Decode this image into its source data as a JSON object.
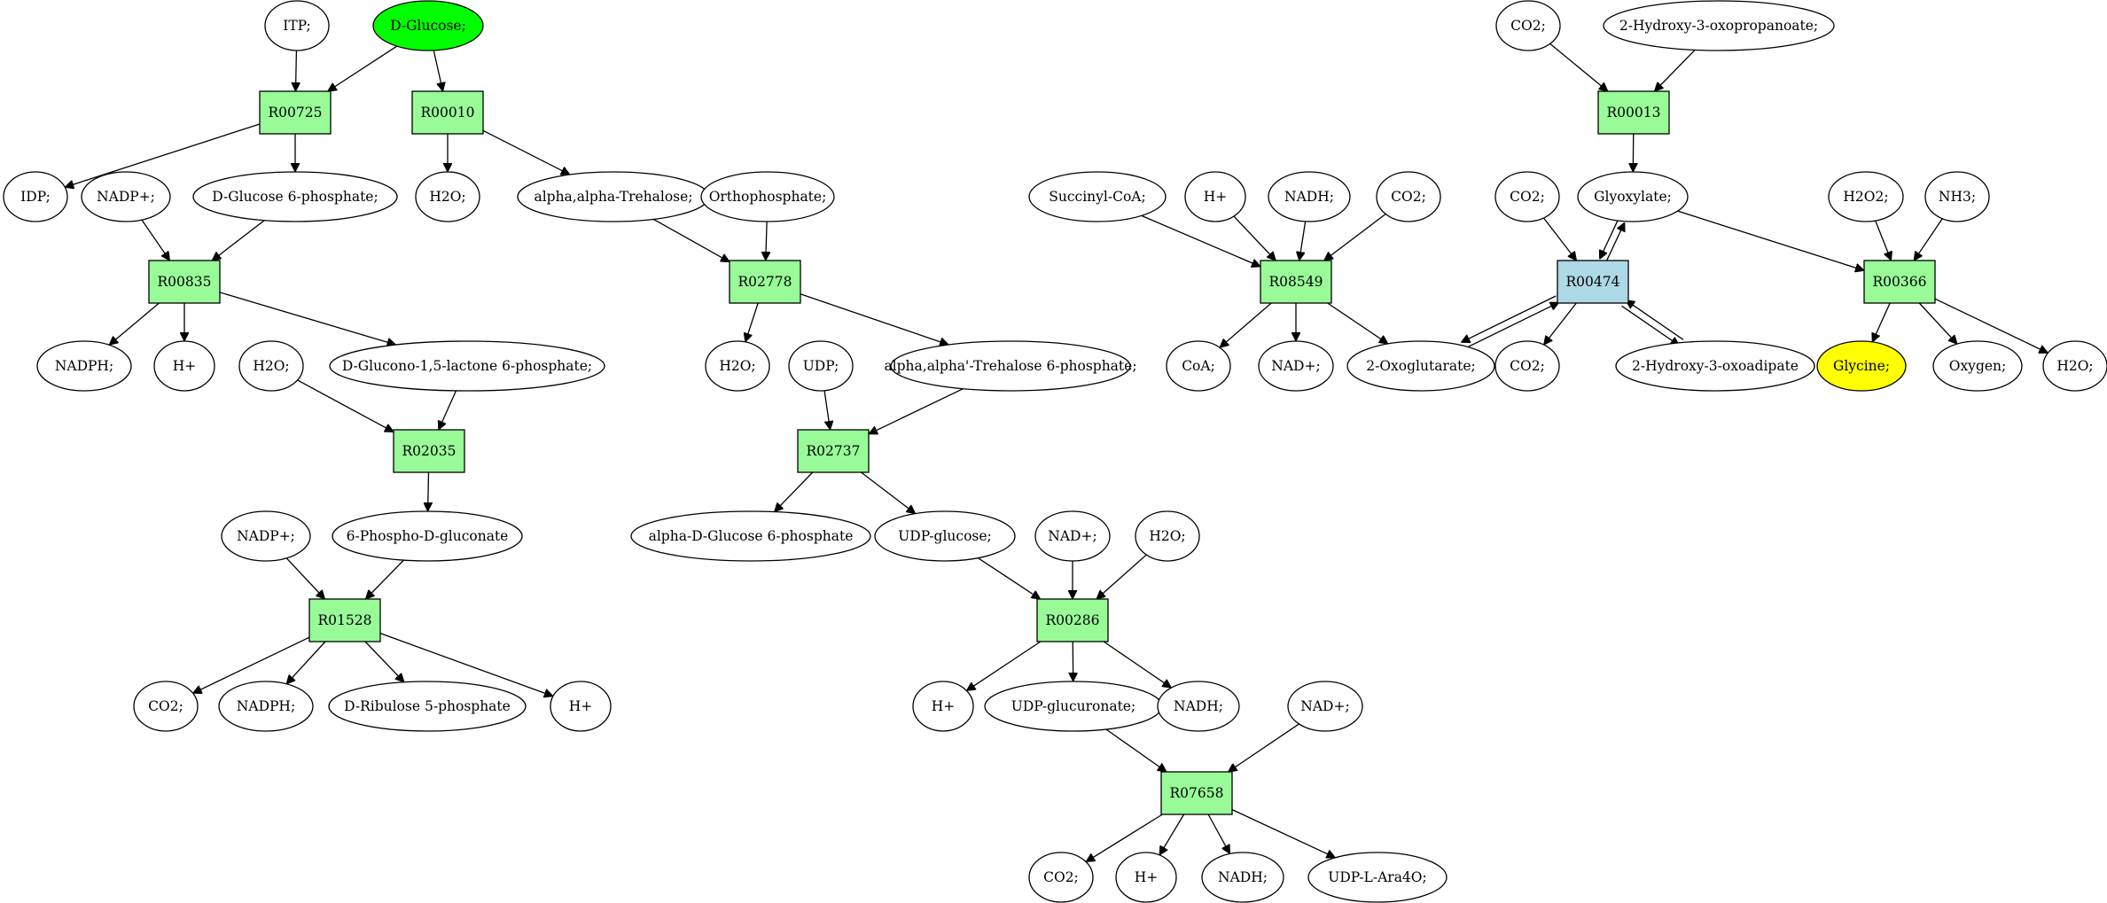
{
  "colors": {
    "reaction": "#98FB98",
    "reaction_highlight": "#ADD8E6",
    "start_compound": "#00FF00",
    "target_compound": "#FFFF00",
    "compound": "#FFFFFF"
  },
  "reactions": [
    {
      "id": "r00725",
      "label": "R00725",
      "color": "reaction"
    },
    {
      "id": "r00010",
      "label": "R00010",
      "color": "reaction"
    },
    {
      "id": "r00835",
      "label": "R00835",
      "color": "reaction"
    },
    {
      "id": "r02035",
      "label": "R02035",
      "color": "reaction"
    },
    {
      "id": "r01528",
      "label": "R01528",
      "color": "reaction"
    },
    {
      "id": "r02778",
      "label": "R02778",
      "color": "reaction"
    },
    {
      "id": "r02737",
      "label": "R02737",
      "color": "reaction"
    },
    {
      "id": "r00286",
      "label": "R00286",
      "color": "reaction"
    },
    {
      "id": "r07658",
      "label": "R07658",
      "color": "reaction"
    },
    {
      "id": "r00013",
      "label": "R00013",
      "color": "reaction"
    },
    {
      "id": "r08549",
      "label": "R08549",
      "color": "reaction"
    },
    {
      "id": "r00474",
      "label": "R00474",
      "color": "reaction_highlight"
    },
    {
      "id": "r00366",
      "label": "R00366",
      "color": "reaction"
    }
  ],
  "compounds": [
    {
      "id": "itp",
      "label": "ITP;"
    },
    {
      "id": "dglucose",
      "label": "D-Glucose;",
      "color": "start_compound"
    },
    {
      "id": "idp",
      "label": "IDP;"
    },
    {
      "id": "nadp1",
      "label": "NADP+;"
    },
    {
      "id": "g6p",
      "label": "D-Glucose 6-phosphate;"
    },
    {
      "id": "h2o_a",
      "label": "H2O;"
    },
    {
      "id": "trehalose",
      "label": "alpha,alpha-Trehalose;"
    },
    {
      "id": "orthophosphate",
      "label": "Orthophosphate;"
    },
    {
      "id": "nadph1",
      "label": "NADPH;"
    },
    {
      "id": "hplus1",
      "label": "H+"
    },
    {
      "id": "h2o_b",
      "label": "H2O;"
    },
    {
      "id": "glucono",
      "label": "D-Glucono-1,5-lactone 6-phosphate;"
    },
    {
      "id": "h2o_c",
      "label": "H2O;"
    },
    {
      "id": "udp",
      "label": "UDP;"
    },
    {
      "id": "tre6p",
      "label": "alpha,alpha'-Trehalose 6-phosphate;"
    },
    {
      "id": "pgluconate",
      "label": "6-Phospho-D-gluconate"
    },
    {
      "id": "nadp2",
      "label": "NADP+;"
    },
    {
      "id": "ag6p",
      "label": "alpha-D-Glucose 6-phosphate"
    },
    {
      "id": "udpglucose",
      "label": "UDP-glucose;"
    },
    {
      "id": "nad1",
      "label": "NAD+;"
    },
    {
      "id": "h2o_d",
      "label": "H2O;"
    },
    {
      "id": "co2_a",
      "label": "CO2;"
    },
    {
      "id": "nadph2",
      "label": "NADPH;"
    },
    {
      "id": "ribulose",
      "label": "D-Ribulose 5-phosphate"
    },
    {
      "id": "hplus2",
      "label": "H+"
    },
    {
      "id": "hplus3",
      "label": "H+"
    },
    {
      "id": "udpglucuronate",
      "label": "UDP-glucuronate;"
    },
    {
      "id": "nadh1",
      "label": "NADH;"
    },
    {
      "id": "nad2",
      "label": "NAD+;"
    },
    {
      "id": "co2_b",
      "label": "CO2;"
    },
    {
      "id": "hplus4",
      "label": "H+"
    },
    {
      "id": "nadh2",
      "label": "NADH;"
    },
    {
      "id": "udpara",
      "label": "UDP-L-Ara4O;"
    },
    {
      "id": "co2_c",
      "label": "CO2;"
    },
    {
      "id": "hox",
      "label": "2-Hydroxy-3-oxopropanoate;"
    },
    {
      "id": "succinyl",
      "label": "Succinyl-CoA;"
    },
    {
      "id": "hplus5",
      "label": "H+"
    },
    {
      "id": "nadh3",
      "label": "NADH;"
    },
    {
      "id": "co2_d",
      "label": "CO2;"
    },
    {
      "id": "co2_e",
      "label": "CO2;"
    },
    {
      "id": "glyoxylate",
      "label": "Glyoxylate;"
    },
    {
      "id": "h2o2",
      "label": "H2O2;"
    },
    {
      "id": "nh3",
      "label": "NH3;"
    },
    {
      "id": "coa",
      "label": "CoA;"
    },
    {
      "id": "nad3",
      "label": "NAD+;"
    },
    {
      "id": "oxoglutarate",
      "label": "2-Oxoglutarate;"
    },
    {
      "id": "co2_f",
      "label": "CO2;"
    },
    {
      "id": "hoxad",
      "label": "2-Hydroxy-3-oxoadipate"
    },
    {
      "id": "glycine",
      "label": "Glycine;",
      "color": "target_compound"
    },
    {
      "id": "oxygen",
      "label": "Oxygen;"
    },
    {
      "id": "h2o_e",
      "label": "H2O;"
    }
  ],
  "edges": [
    [
      "itp",
      "r00725"
    ],
    [
      "dglucose",
      "r00725"
    ],
    [
      "dglucose",
      "r00010"
    ],
    [
      "r00725",
      "idp"
    ],
    [
      "r00725",
      "g6p"
    ],
    [
      "r00010",
      "h2o_a"
    ],
    [
      "r00010",
      "trehalose"
    ],
    [
      "nadp1",
      "r00835"
    ],
    [
      "g6p",
      "r00835"
    ],
    [
      "r00835",
      "nadph1"
    ],
    [
      "r00835",
      "hplus1"
    ],
    [
      "r00835",
      "glucono"
    ],
    [
      "h2o_b",
      "r02035"
    ],
    [
      "glucono",
      "r02035"
    ],
    [
      "r02035",
      "pgluconate"
    ],
    [
      "nadp2",
      "r01528"
    ],
    [
      "pgluconate",
      "r01528"
    ],
    [
      "r01528",
      "co2_a"
    ],
    [
      "r01528",
      "nadph2"
    ],
    [
      "r01528",
      "ribulose"
    ],
    [
      "r01528",
      "hplus2"
    ],
    [
      "trehalose",
      "r02778"
    ],
    [
      "orthophosphate",
      "r02778"
    ],
    [
      "r02778",
      "h2o_c"
    ],
    [
      "r02778",
      "tre6p"
    ],
    [
      "udp",
      "r02737"
    ],
    [
      "tre6p",
      "r02737"
    ],
    [
      "r02737",
      "ag6p"
    ],
    [
      "r02737",
      "udpglucose"
    ],
    [
      "udpglucose",
      "r00286"
    ],
    [
      "nad1",
      "r00286"
    ],
    [
      "h2o_d",
      "r00286"
    ],
    [
      "r00286",
      "hplus3"
    ],
    [
      "r00286",
      "udpglucuronate"
    ],
    [
      "r00286",
      "nadh1"
    ],
    [
      "udpglucuronate",
      "r07658"
    ],
    [
      "nad2",
      "r07658"
    ],
    [
      "r07658",
      "co2_b"
    ],
    [
      "r07658",
      "hplus4"
    ],
    [
      "r07658",
      "nadh2"
    ],
    [
      "r07658",
      "udpara"
    ],
    [
      "co2_c",
      "r00013"
    ],
    [
      "hox",
      "r00013"
    ],
    [
      "r00013",
      "glyoxylate"
    ],
    [
      "succinyl",
      "r08549"
    ],
    [
      "hplus5",
      "r08549"
    ],
    [
      "nadh3",
      "r08549"
    ],
    [
      "co2_d",
      "r08549"
    ],
    [
      "r08549",
      "coa"
    ],
    [
      "r08549",
      "nad3"
    ],
    [
      "r08549",
      "oxoglutarate"
    ],
    [
      "co2_e",
      "r00474"
    ],
    [
      "glyoxylate",
      "r00474"
    ],
    [
      "r00474",
      "glyoxylate"
    ],
    [
      "oxoglutarate",
      "r00474"
    ],
    [
      "r00474",
      "oxoglutarate"
    ],
    [
      "hoxad",
      "r00474"
    ],
    [
      "r00474",
      "hoxad"
    ],
    [
      "r00474",
      "co2_f"
    ],
    [
      "glyoxylate",
      "r00366"
    ],
    [
      "h2o2",
      "r00366"
    ],
    [
      "nh3",
      "r00366"
    ],
    [
      "r00366",
      "glycine"
    ],
    [
      "r00366",
      "oxygen"
    ],
    [
      "r00366",
      "h2o_e"
    ]
  ]
}
